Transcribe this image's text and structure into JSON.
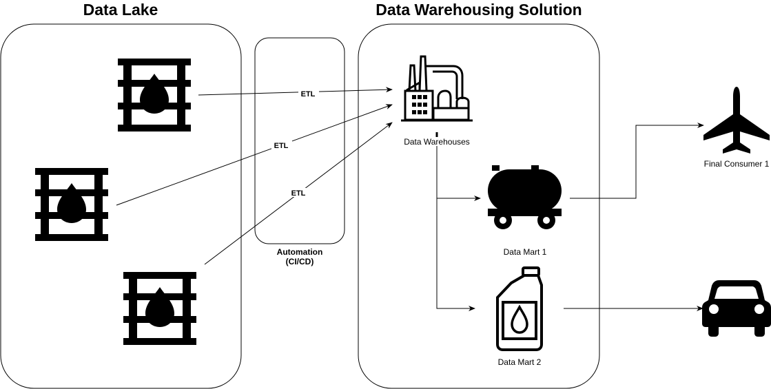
{
  "titles": {
    "data_lake": "Data Lake",
    "data_warehousing": "Data Warehousing Solution"
  },
  "automation": {
    "line1": "Automation",
    "line2": "(CI/CD)"
  },
  "edge_labels": {
    "etl_1": "ETL",
    "etl_2": "ETL",
    "etl_3": "ETL"
  },
  "nodes": {
    "data_warehouses": "Data Warehouses",
    "data_mart_1": "Data Mart 1",
    "data_mart_2": "Data Mart 2",
    "final_consumer_1": "Final Consumer 1"
  },
  "icons": {
    "lake_1": "oil-barrel-icon",
    "lake_2": "oil-barrel-icon",
    "lake_3": "oil-barrel-icon",
    "warehouse": "refinery-factory-icon",
    "mart_1": "tank-wagon-icon",
    "mart_2": "oil-bottle-icon",
    "consumer_1": "airplane-icon",
    "consumer_2": "car-icon"
  },
  "colors": {
    "stroke": "#000000",
    "background": "#ffffff"
  }
}
